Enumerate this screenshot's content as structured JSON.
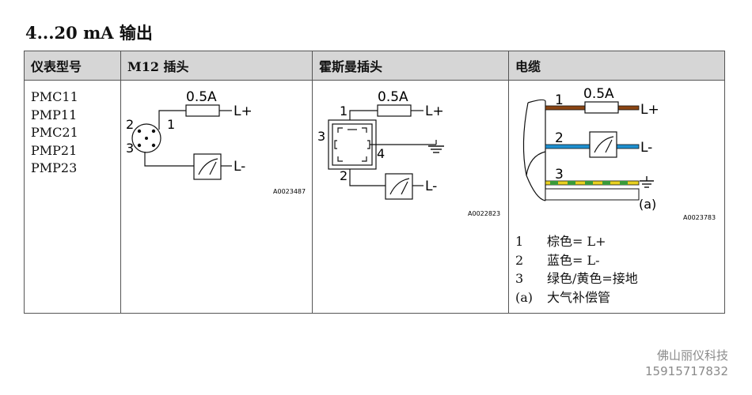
{
  "section_title": "4...20 mA 输出",
  "table": {
    "headers": [
      "仪表型号",
      "M12 插头",
      "霍斯曼插头",
      "电缆"
    ],
    "models": [
      "PMC11",
      "PMP11",
      "PMC21",
      "PMP21",
      "PMP23"
    ]
  },
  "m12": {
    "fuse": "0.5A",
    "l_plus": "L+",
    "l_minus": "L-",
    "pins": [
      "1",
      "2",
      "3"
    ],
    "figure_id": "A0023487"
  },
  "harting": {
    "fuse": "0.5A",
    "l_plus": "L+",
    "l_minus": "L-",
    "pins": [
      "1",
      "2",
      "3",
      "4"
    ],
    "figure_id": "A0022823"
  },
  "cable": {
    "fuse": "0.5A",
    "l_plus": "L+",
    "l_minus": "L-",
    "wires": [
      "1",
      "2",
      "3"
    ],
    "tube_label": "(a)",
    "figure_id": "A0023783",
    "wire_colors": {
      "brown": "#8b4513",
      "blue": "#1e90d0",
      "green": "#3a9a3a",
      "yellow": "#e8d020"
    },
    "legend": [
      {
        "num": "1",
        "text": "棕色= L+"
      },
      {
        "num": "2",
        "text": "蓝色= L-"
      },
      {
        "num": "3",
        "text": "绿色/黄色=接地"
      },
      {
        "num": "(a)",
        "text": "大气补偿管"
      }
    ]
  },
  "watermark": {
    "company": "佛山丽仪科技",
    "phone": "15915717832"
  }
}
